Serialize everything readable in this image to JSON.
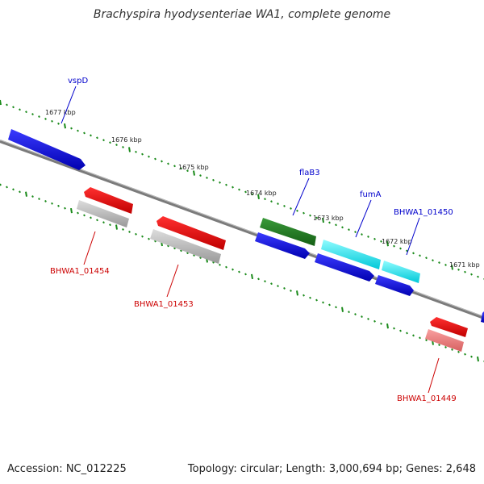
{
  "title": "Brachyspira hyodysenteriae WA1, complete genome",
  "accession": "Accession: NC_012225",
  "summary": "Topology: circular; Length: 3,000,694 bp; Genes: 2,648",
  "kbp_ticks": [
    "1677 kbp",
    "1676 kbp",
    "1675 kbp",
    "1674 kbp",
    "1673 kbp",
    "1672 kbp",
    "1671 kbp"
  ],
  "gene_labels": {
    "vspD": "vspD",
    "flaB3": "flaB3",
    "fumA": "fumA",
    "bhwa1_01450": "BHWA1_01450",
    "bhwa1_01454": "BHWA1_01454",
    "bhwa1_01453": "BHWA1_01453",
    "bhwa1_01449": "BHWA1_01449"
  },
  "colors": {
    "forward_label": "#0000cc",
    "reverse_label": "#cc0000",
    "backbone": "#808080",
    "tick": "#1a8a1a"
  }
}
